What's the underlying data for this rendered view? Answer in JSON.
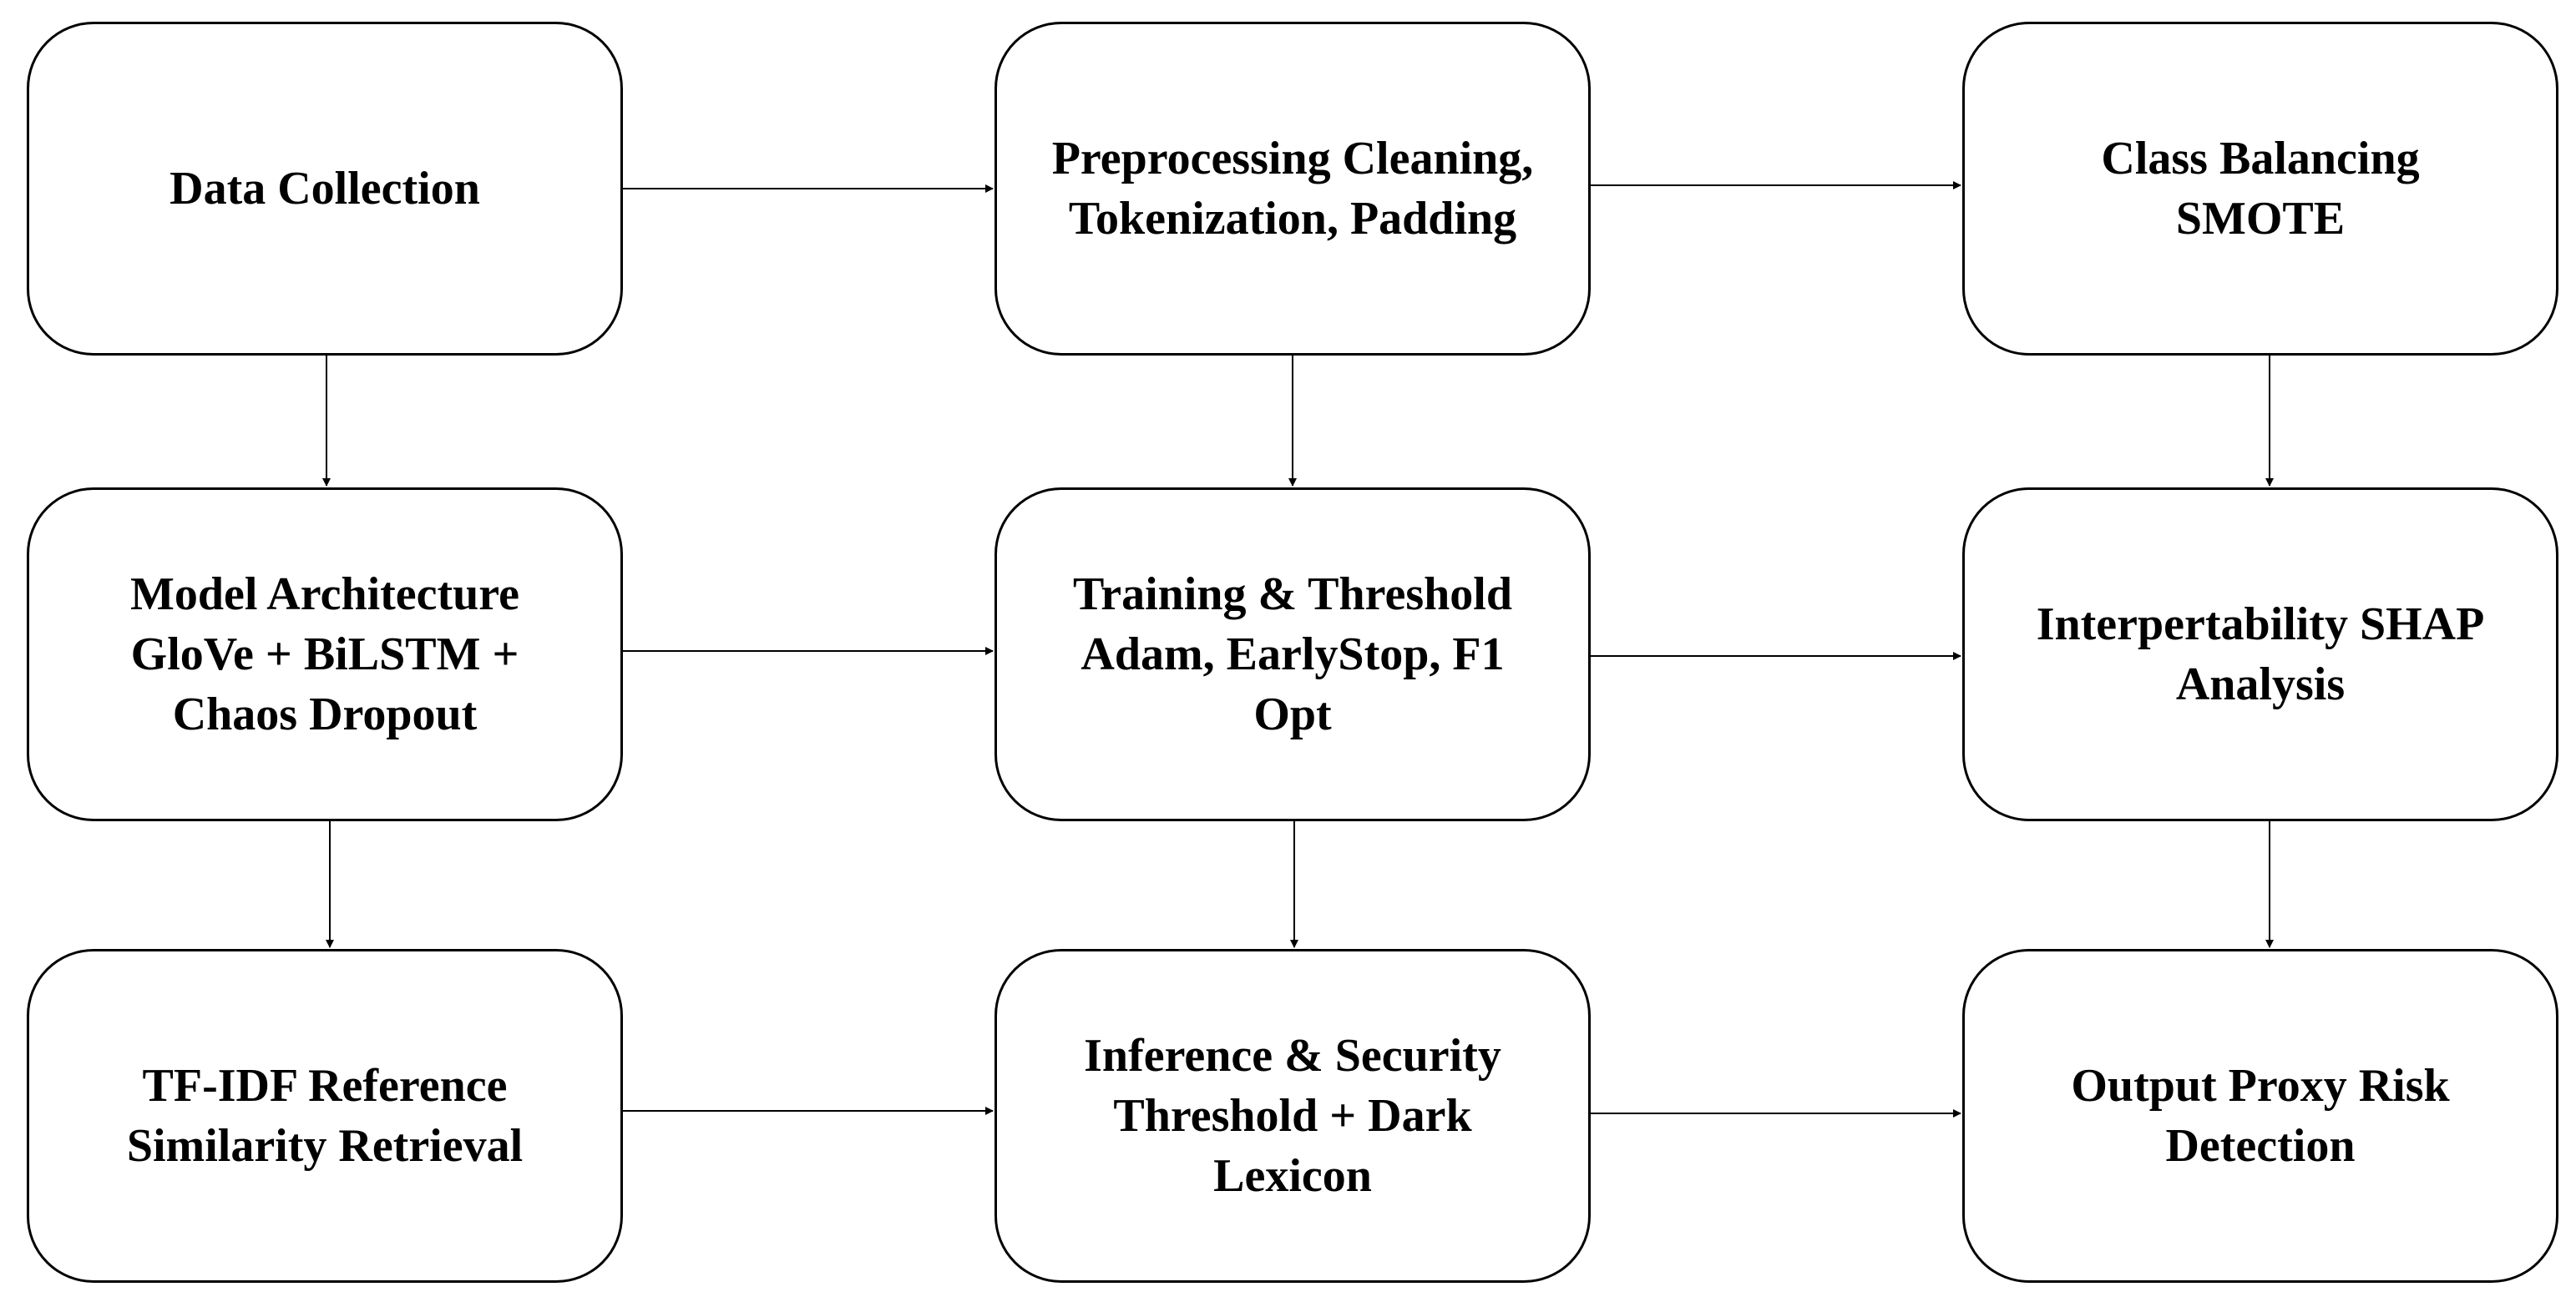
{
  "diagram": {
    "nodes": {
      "data_collection": "Data Collection",
      "preprocessing": "Preprocessing Cleaning,\nTokenization, Padding",
      "class_balancing": "Class Balancing\nSMOTE",
      "model_architecture": "Model Architecture\nGloVe + BiLSTM +\nChaos Dropout",
      "training": "Training & Threshold\nAdam, EarlyStop, F1\nOpt",
      "interpretability": "Interpertability SHAP\nAnalysis",
      "tfidf": "TF-IDF Reference\nSimilarity Retrieval",
      "inference": "Inference & Security\nThreshold + Dark\nLexicon",
      "output": "Output Proxy Risk\nDetection"
    },
    "edges": [
      {
        "from": "data_collection",
        "to": "preprocessing"
      },
      {
        "from": "preprocessing",
        "to": "class_balancing"
      },
      {
        "from": "data_collection",
        "to": "model_architecture"
      },
      {
        "from": "preprocessing",
        "to": "training"
      },
      {
        "from": "class_balancing",
        "to": "interpretability"
      },
      {
        "from": "model_architecture",
        "to": "training"
      },
      {
        "from": "training",
        "to": "interpretability"
      },
      {
        "from": "model_architecture",
        "to": "tfidf"
      },
      {
        "from": "training",
        "to": "inference"
      },
      {
        "from": "interpretability",
        "to": "output"
      },
      {
        "from": "tfidf",
        "to": "inference"
      },
      {
        "from": "inference",
        "to": "output"
      }
    ],
    "colors": {
      "stroke": "#000000",
      "background": "#ffffff"
    }
  }
}
